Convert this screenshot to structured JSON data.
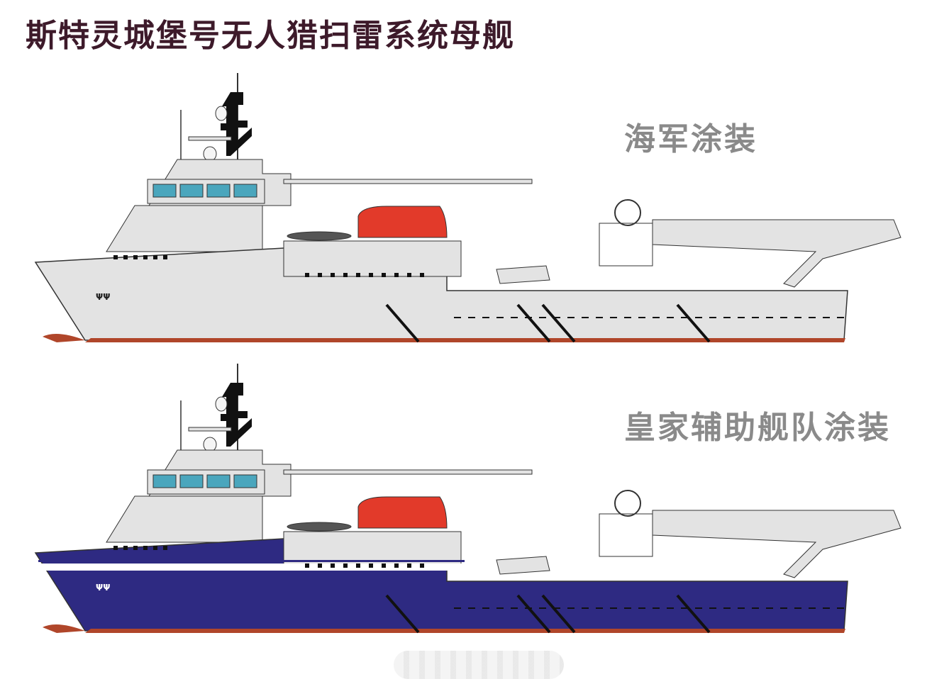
{
  "title": "斯特灵城堡号无人猎扫雷系统母舰",
  "schemes": [
    {
      "id": "navy",
      "label": "海军涂装",
      "hull_color": "#e3e3e3",
      "stripe": false
    },
    {
      "id": "rfa",
      "label": "皇家辅助舰队涂装",
      "hull_color": "#2e2a82",
      "stripe": true
    }
  ],
  "colors": {
    "superstructure": "#e3e3e3",
    "outline": "#333333",
    "boottop": "#b0462a",
    "lifeboat": "#e23a2a",
    "windows": "#4aa6bd",
    "mast": "#111111",
    "rfa_stripe": "#ffffff"
  },
  "icons": [
    "ship-emblem-icon",
    "lifeboat-icon",
    "rhib-icon",
    "radar-dome-icon",
    "mast-icon",
    "crane-icon",
    "a-frame-icon"
  ]
}
